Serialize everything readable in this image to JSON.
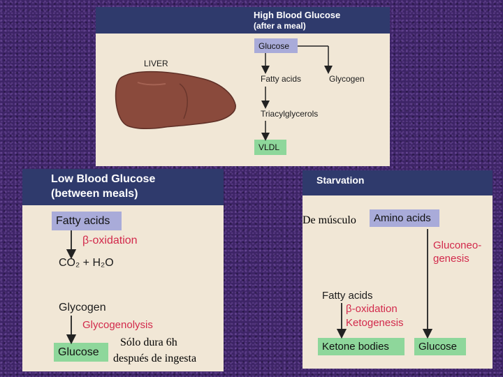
{
  "top_panel": {
    "title": "High Blood Glucose",
    "subtitle": "(after a meal)",
    "organ_label": "LIVER",
    "glucose": "Glucose",
    "fatty_acids": "Fatty acids",
    "glycogen": "Glycogen",
    "triacylglycerols": "Triacylglycerols",
    "vldl": "VLDL",
    "colors": {
      "header": "#2f3a6c",
      "box_lavender": "#a9abd9",
      "box_green": "#8ed79b",
      "liver": "#8a4a3c"
    }
  },
  "left_panel": {
    "title": "Low Blood Glucose",
    "subtitle": "(between meals)",
    "fatty_acids": "Fatty acids",
    "beta_oxidation": "β-oxidation",
    "co2_water": "CO₂ + H₂O",
    "glycogen": "Glycogen",
    "glycogenolysis": "Glycogenolysis",
    "glucose": "Glucose",
    "note_line1": "Sólo dura 6h",
    "note_line2": "después de ingesta"
  },
  "right_panel": {
    "title": "Starvation",
    "source_label": "De músculo",
    "amino_acids": "Amino acids",
    "gluconeo_line1": "Gluconeo-",
    "gluconeo_line2": "genesis",
    "fatty_acids": "Fatty acids",
    "beta_oxidation": "β-oxidation",
    "ketogenesis": "Ketogenesis",
    "ketone_bodies": "Ketone bodies",
    "glucose": "Glucose"
  }
}
